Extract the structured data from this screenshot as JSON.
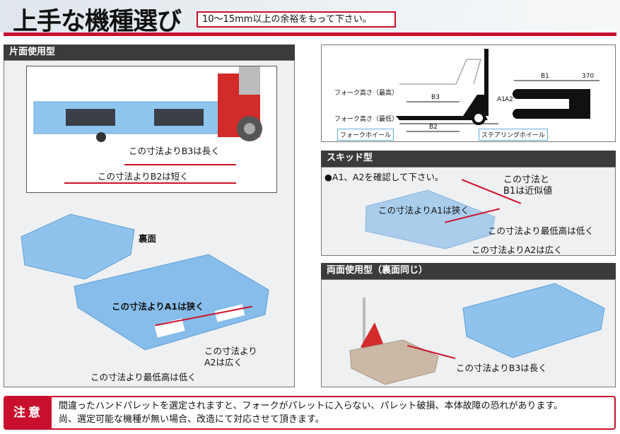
{
  "header": {
    "title": "上手な機種選び",
    "note": "10〜15mm以上の余裕をもって下さい。"
  },
  "single_sided": {
    "heading": "片面使用型",
    "label_b3": "この寸法よりB3は長く",
    "label_b2": "この寸法よりB2は短く",
    "label_back": "裏面",
    "label_a1": "この寸法よりA1は狭く",
    "label_a2_line1": "この寸法より",
    "label_a2_line2": "A2は広く",
    "label_min_height": "この寸法より最低高は低く"
  },
  "diagram": {
    "fork_height_max": "フォーク高さ（最高）",
    "fork_height_min": "フォーク高さ（最低）",
    "fork_wheel": "フォークホイール",
    "steering_wheel": "ステアリングホイール",
    "b1": "B1",
    "b2": "B2",
    "b3": "B3",
    "a1": "A1",
    "a2": "A2",
    "dim_370": "370"
  },
  "skid": {
    "heading": "スキッド型",
    "instruction": "●A1、A2を確認して下さい。",
    "label_b1_line1": "この寸法と",
    "label_b1_line2": "B1は近似値",
    "label_a1": "この寸法よりA1は狭く",
    "label_min_height": "この寸法より最低高は低く",
    "label_a2": "この寸法よりA2は広く"
  },
  "double_sided": {
    "heading": "両面使用型（裏面同じ）",
    "label_b3": "この寸法よりB3は長く"
  },
  "caution": {
    "tag": "注意",
    "line1": "間違ったハンドパレットを選定されますと、フォークがパレットに入らない、パレット破損、本体故障の恐れがあります。",
    "line2": "尚、選定可能な機種が無い場合、改造にて対応させて頂きます。"
  },
  "colors": {
    "accent": "#c8102e",
    "section_header": "#3b3b3b",
    "pallet_blue": "#7fb8e6"
  }
}
